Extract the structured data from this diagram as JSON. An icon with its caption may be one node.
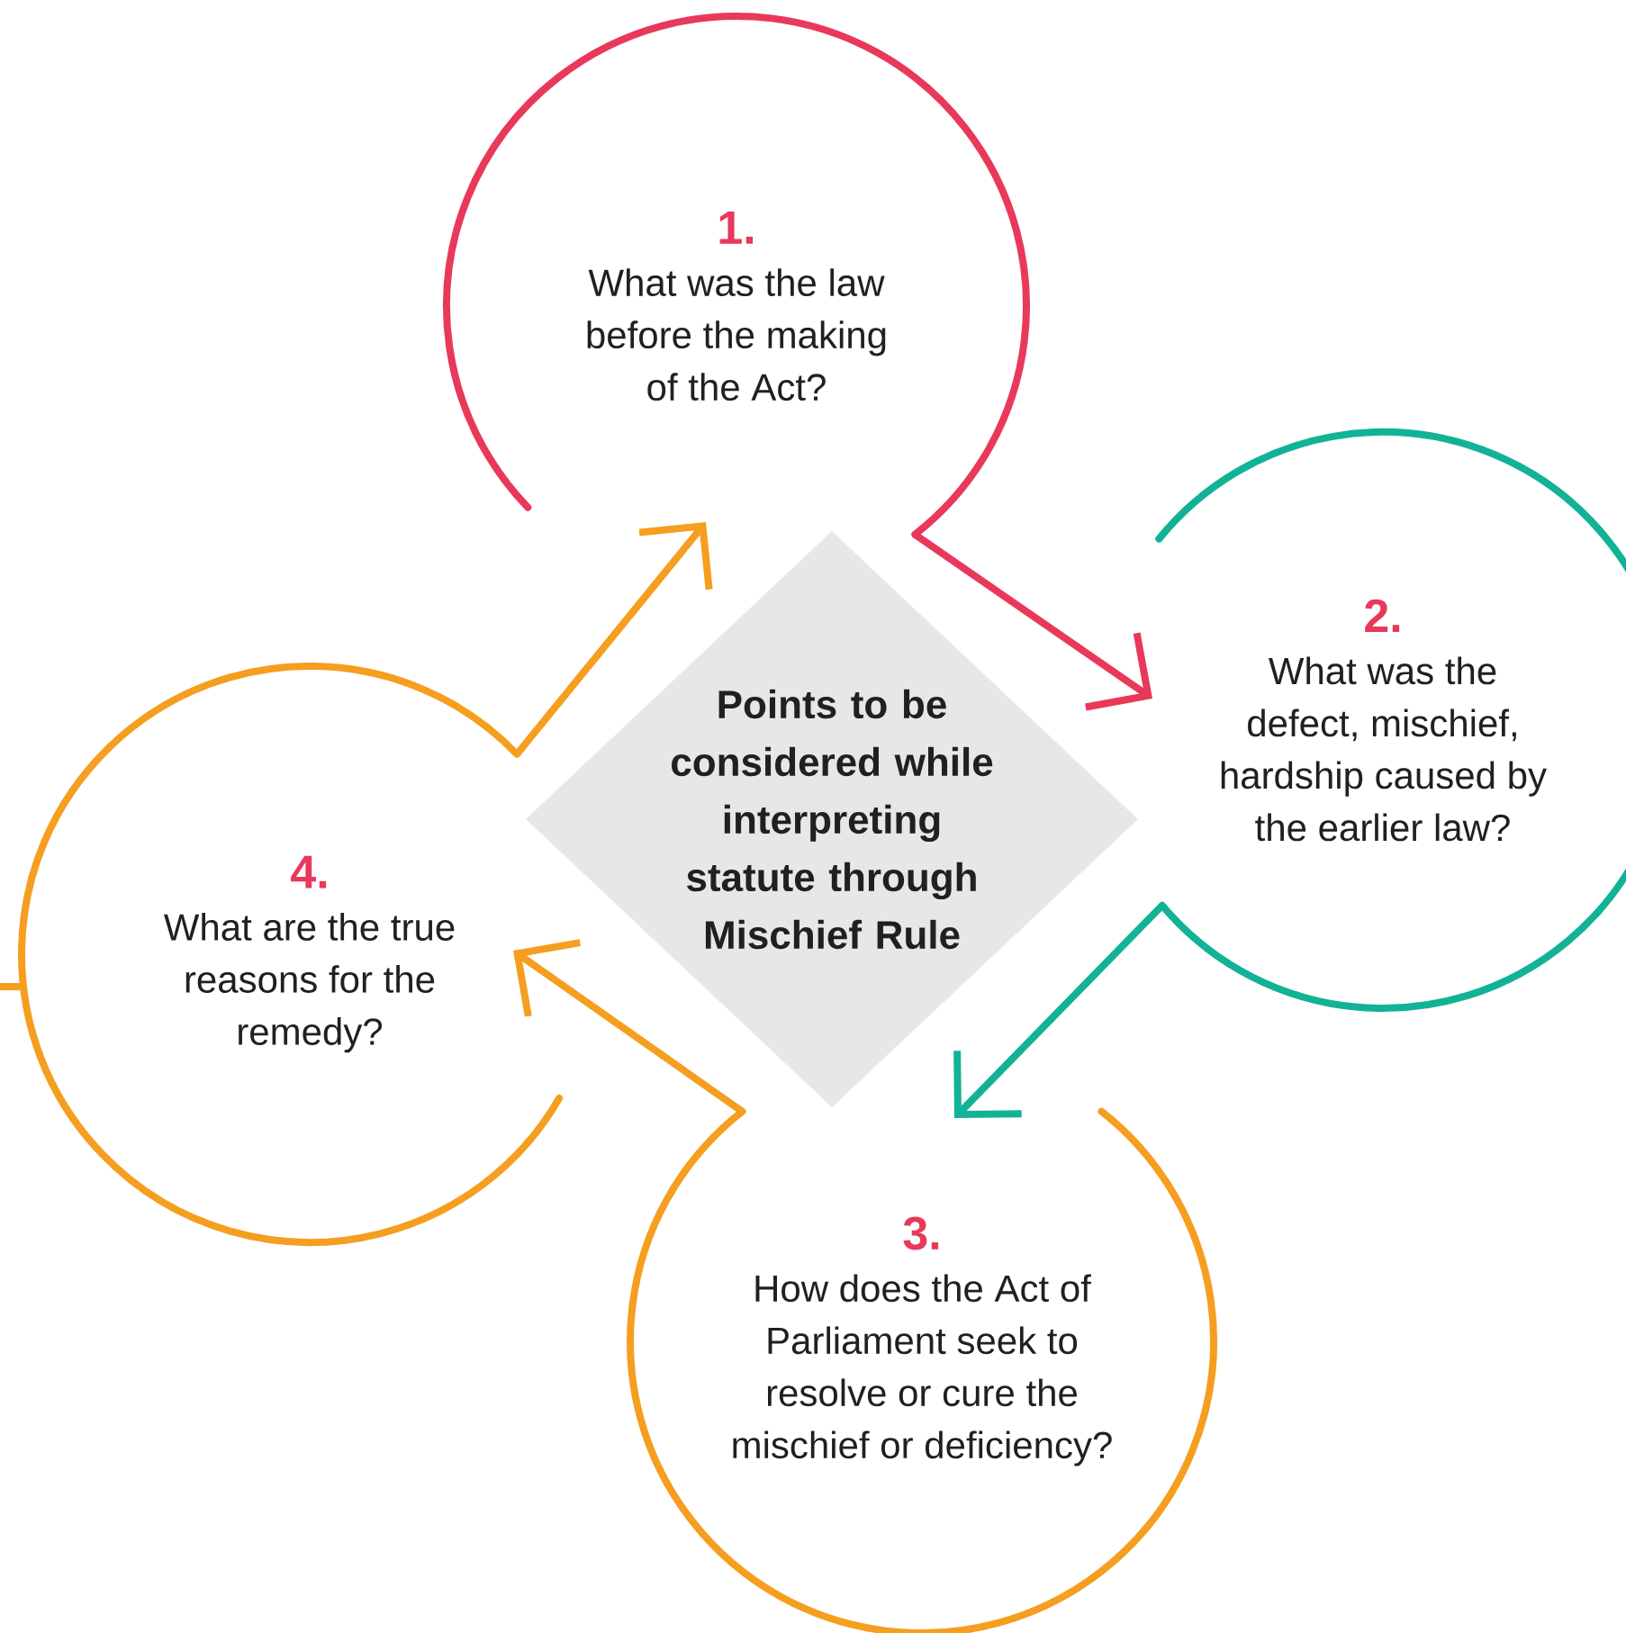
{
  "diagram": {
    "nodes": [
      {
        "text": [
          "1.",
          "What was the law before the making of the Act?"
        ]
      },
      {
        "text": [
          "2.",
          "What was the defect, mischief, hardship caused by the earlier law?"
        ]
      },
      {
        "text": [
          "3.",
          "How does the Act of Parliament seek to resolve or cure the mischief or deficiency?"
        ]
      },
      {
        "text": [
          "4.",
          "What are the true reasons for the remedy?"
        ]
      },
      {
        "text": [
          "Points to be considered while interpreting statute through Mischief Rule"
        ]
      }
    ],
    "edges": [
      {
        "from": 0,
        "to": 1,
        "arrow": "to",
        "color": "#e8395a"
      },
      {
        "from": 1,
        "to": 2,
        "arrow": "to",
        "color": "#12b296"
      },
      {
        "from": 2,
        "to": 3,
        "arrow": "to"
      },
      {
        "from": 3,
        "to": 0,
        "arrow": "to"
      }
    ]
  }
}
